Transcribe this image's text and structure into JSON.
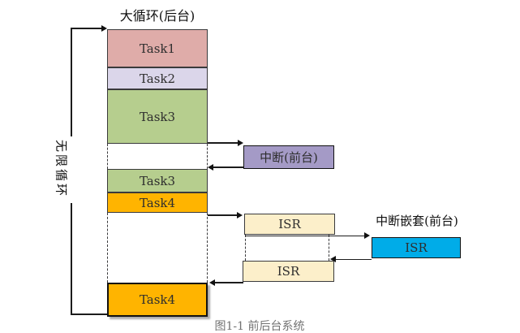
{
  "title": "大循环(后台)",
  "infinite_loop_label": "无限循环",
  "tasks": {
    "task1": "Task1",
    "task2": "Task2",
    "task3_a": "Task3",
    "task3_b": "Task3",
    "task4_a": "Task4",
    "task4_b": "Task4"
  },
  "interrupt": {
    "label": "中断(前台)"
  },
  "isr": {
    "isr_a": "ISR",
    "isr_b": "ISR"
  },
  "nested_interrupt": {
    "label": "中断嵌套(前台)",
    "isr_label": "ISR"
  },
  "caption_fragment": "图1-1 前后台系统",
  "colors": {
    "task1_fill": "#dfaca9",
    "task2_fill": "#dbd6ea",
    "task3_fill": "#b6ce8e",
    "task4_fill": "#ffb400",
    "interrupt_fill": "#a49ac6",
    "isr_fill": "#fcefca",
    "nested_isr_fill": "#00ace8"
  }
}
